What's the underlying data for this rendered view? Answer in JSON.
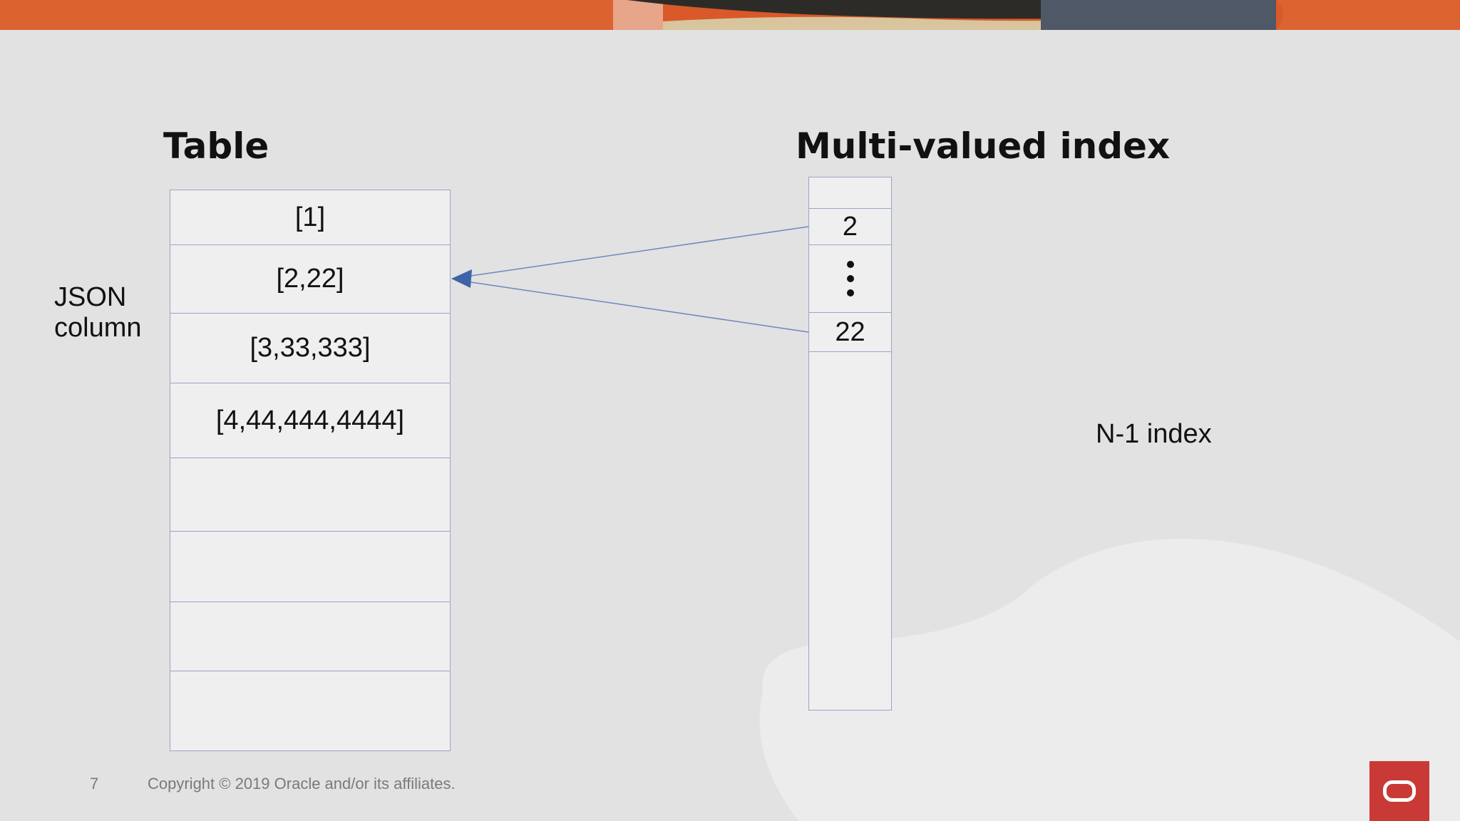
{
  "slide": {
    "table_heading": "Table",
    "index_heading": "Multi-valued index",
    "side_label": "JSON column",
    "table_rows": [
      "[1]",
      "[2,22]",
      "[3,33,333]",
      "[4,44,444,4444]",
      "",
      "",
      "",
      ""
    ],
    "index_rows": [
      "",
      "2",
      "",
      "22",
      ""
    ],
    "index_ellipsis_icon": "vertical-ellipsis-icon",
    "note": "N-1 index",
    "page_number": "7",
    "copyright": "Copyright © 2019 Oracle and/or its affiliates.",
    "logo_icon": "oracle-logo-icon"
  },
  "colors": {
    "background": "#e2e2e2",
    "banner": "#e0662d",
    "cell_fill": "#efefef",
    "cell_border": "#9aa4c9",
    "arrow": "#3f63a8",
    "logo": "#c93a36"
  }
}
